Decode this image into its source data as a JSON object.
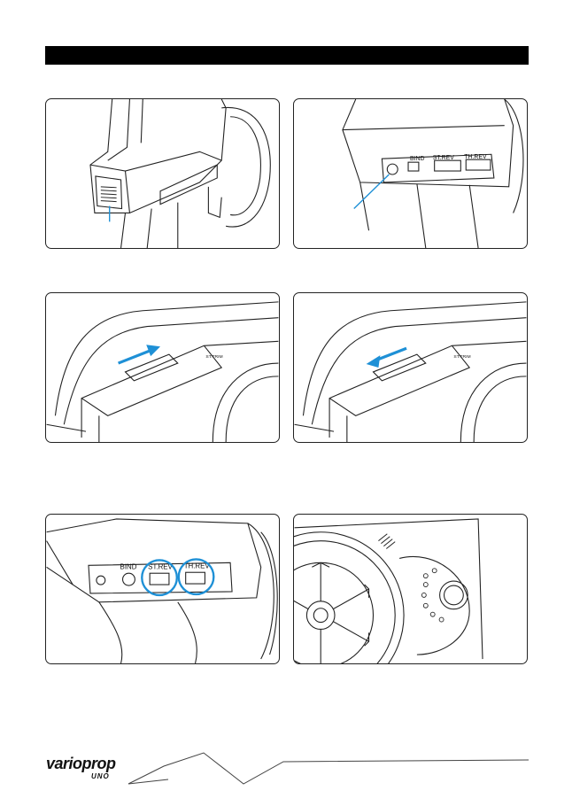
{
  "footer": {
    "brand": "varioprop",
    "brand_sub": "UNO"
  },
  "panels": {
    "p2": {
      "bind": "BIND",
      "st_rev": "ST.REV",
      "th_rev": "TH.REV"
    },
    "p3": {
      "st_trim": "ST.TRIM"
    },
    "p4": {
      "st_trim": "ST.TRIM"
    },
    "p5": {
      "bind": "BIND",
      "st_rev": "ST.REV",
      "th_rev": "TH.REV"
    }
  },
  "colors": {
    "accent": "#1e90d6",
    "line": "#222222"
  },
  "icons": [
    "arrow-right-icon",
    "arrow-left-icon",
    "highlight-circle-icon"
  ]
}
